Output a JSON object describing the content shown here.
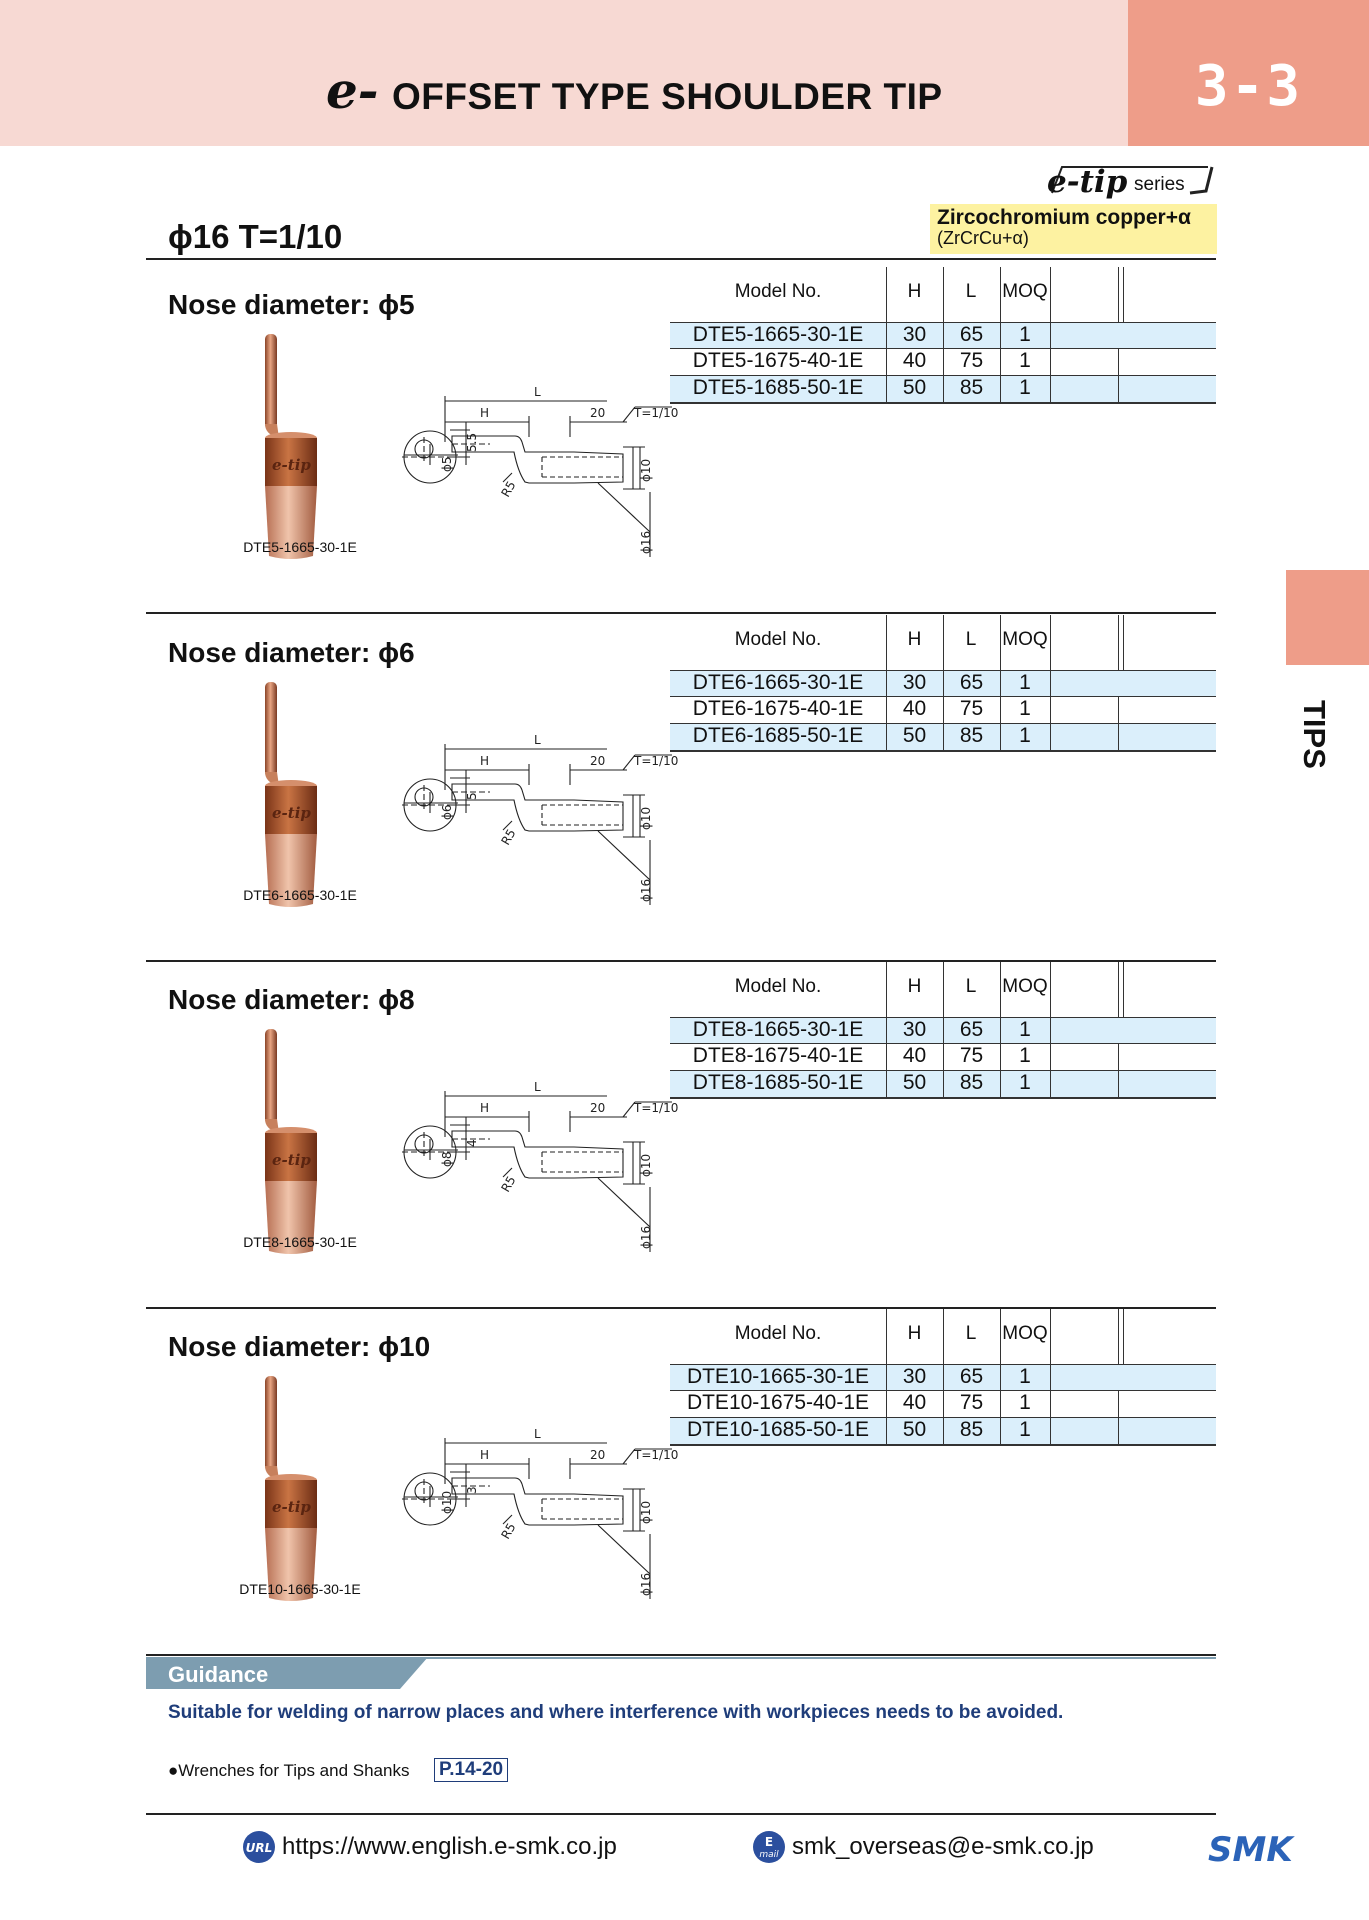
{
  "header": {
    "logo": "e-",
    "title": "OFFSET TYPE SHOULDER TIP",
    "page_number": "3-3",
    "side_tab": "TIPS"
  },
  "series": {
    "mark": "e-tip",
    "word": "series"
  },
  "material": {
    "name": "Zircochromium copper+α",
    "formula": "(ZrCrCu+α)"
  },
  "spec_heading": "ϕ16  T=1/10",
  "columns": {
    "model": "Model No.",
    "h": "H",
    "l": "L",
    "moq": "MOQ"
  },
  "drawing_labels": {
    "l": "L",
    "h": "H",
    "twenty": "20",
    "taper": "T=1/10",
    "r5": "R5",
    "phi10": "ϕ10",
    "phi16": "ϕ16"
  },
  "img_logo": "e-tip",
  "sections": [
    {
      "title": "Nose diameter: ϕ5",
      "caption": "DTE5-1665-30-1E",
      "nose_label": "ϕ5",
      "offset_label": "5.5",
      "rows": [
        {
          "model": "DTE5-1665-30-1E",
          "h": "30",
          "l": "65",
          "moq": "1"
        },
        {
          "model": "DTE5-1675-40-1E",
          "h": "40",
          "l": "75",
          "moq": "1"
        },
        {
          "model": "DTE5-1685-50-1E",
          "h": "50",
          "l": "85",
          "moq": "1"
        }
      ]
    },
    {
      "title": "Nose diameter: ϕ6",
      "caption": "DTE6-1665-30-1E",
      "nose_label": "ϕ6",
      "offset_label": "5",
      "rows": [
        {
          "model": "DTE6-1665-30-1E",
          "h": "30",
          "l": "65",
          "moq": "1"
        },
        {
          "model": "DTE6-1675-40-1E",
          "h": "40",
          "l": "75",
          "moq": "1"
        },
        {
          "model": "DTE6-1685-50-1E",
          "h": "50",
          "l": "85",
          "moq": "1"
        }
      ]
    },
    {
      "title": "Nose diameter: ϕ8",
      "caption": "DTE8-1665-30-1E",
      "nose_label": "ϕ8",
      "offset_label": "4",
      "rows": [
        {
          "model": "DTE8-1665-30-1E",
          "h": "30",
          "l": "65",
          "moq": "1"
        },
        {
          "model": "DTE8-1675-40-1E",
          "h": "40",
          "l": "75",
          "moq": "1"
        },
        {
          "model": "DTE8-1685-50-1E",
          "h": "50",
          "l": "85",
          "moq": "1"
        }
      ]
    },
    {
      "title": "Nose diameter: ϕ10",
      "caption": "DTE10-1665-30-1E",
      "nose_label": "ϕ10",
      "offset_label": "3",
      "rows": [
        {
          "model": "DTE10-1665-30-1E",
          "h": "30",
          "l": "65",
          "moq": "1"
        },
        {
          "model": "DTE10-1675-40-1E",
          "h": "40",
          "l": "75",
          "moq": "1"
        },
        {
          "model": "DTE10-1685-50-1E",
          "h": "50",
          "l": "85",
          "moq": "1"
        }
      ]
    }
  ],
  "guidance": {
    "label": "Guidance",
    "text": "Suitable for welding of narrow places and where interference with workpieces needs to be avoided."
  },
  "reference": {
    "text": "●Wrenches for Tips and Shanks",
    "link": "P.14-20"
  },
  "footer": {
    "url_icon": "URL",
    "url": "https://www.english.e-smk.co.jp",
    "mail_icon_top": "E",
    "mail_icon_bottom": "mail",
    "email": "smk_overseas@e-smk.co.jp",
    "brand": "SMK"
  },
  "colors": {
    "header_band": "#f7d9d3",
    "accent": "#ee9d89",
    "material_box": "#fdf2a1",
    "row_highlight": "#dbeffb",
    "guidance_band": "#7d9db0",
    "link_blue": "#1f3d7a",
    "copper": "#c8754e"
  }
}
